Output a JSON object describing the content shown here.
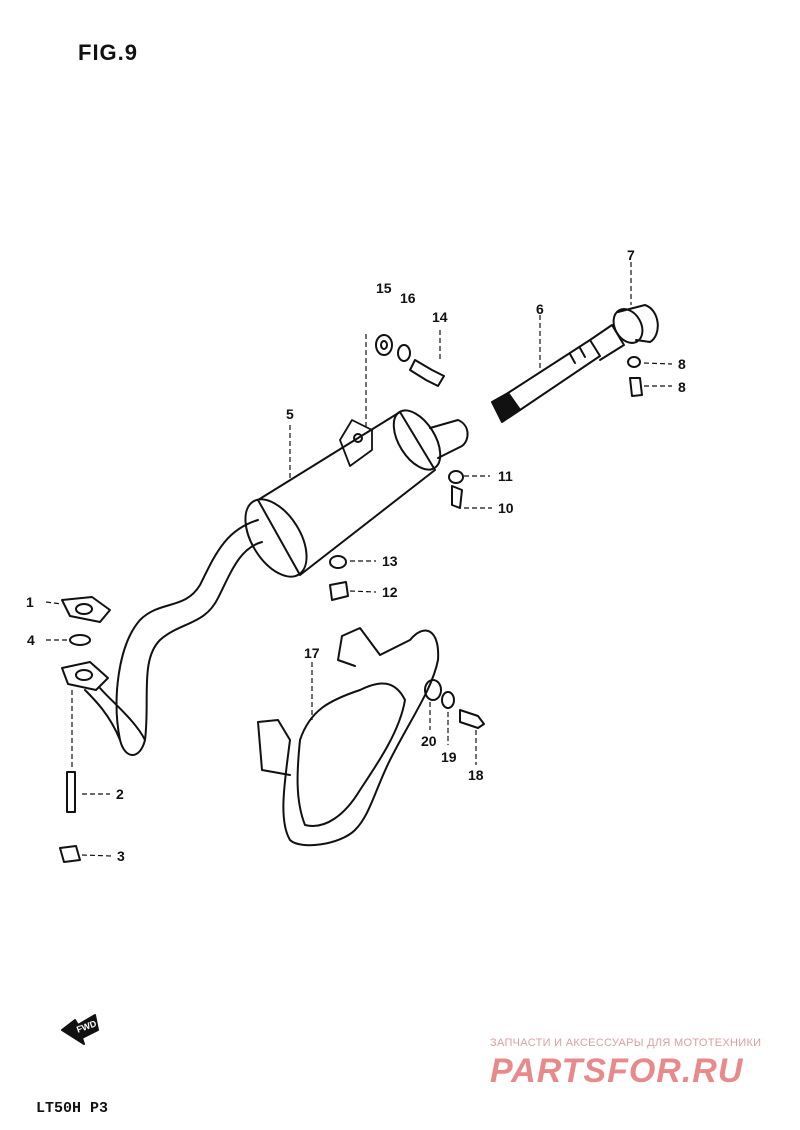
{
  "figure": {
    "title": "FIG.9",
    "model_code": "LT50H P3"
  },
  "callouts": [
    {
      "id": "1",
      "label": "1"
    },
    {
      "id": "2",
      "label": "2"
    },
    {
      "id": "3",
      "label": "3"
    },
    {
      "id": "4",
      "label": "4"
    },
    {
      "id": "5",
      "label": "5"
    },
    {
      "id": "6",
      "label": "6"
    },
    {
      "id": "7",
      "label": "7"
    },
    {
      "id": "8a",
      "label": "8"
    },
    {
      "id": "8b",
      "label": "8"
    },
    {
      "id": "10",
      "label": "10"
    },
    {
      "id": "11",
      "label": "11"
    },
    {
      "id": "12",
      "label": "12"
    },
    {
      "id": "13",
      "label": "13"
    },
    {
      "id": "14",
      "label": "14"
    },
    {
      "id": "15",
      "label": "15"
    },
    {
      "id": "16",
      "label": "16"
    },
    {
      "id": "17",
      "label": "17"
    },
    {
      "id": "18",
      "label": "18"
    },
    {
      "id": "19",
      "label": "19"
    },
    {
      "id": "20",
      "label": "20"
    }
  ],
  "fwd_arrow": {
    "label": "FWD",
    "icon": "forward-arrow-icon"
  },
  "watermark": {
    "subtitle": "ЗАПЧАСТИ И АКСЕССУАРЫ ДЛЯ МОТОТЕХНИКИ",
    "brand": "PARTSFOR.RU",
    "color": "#e88a8a"
  }
}
